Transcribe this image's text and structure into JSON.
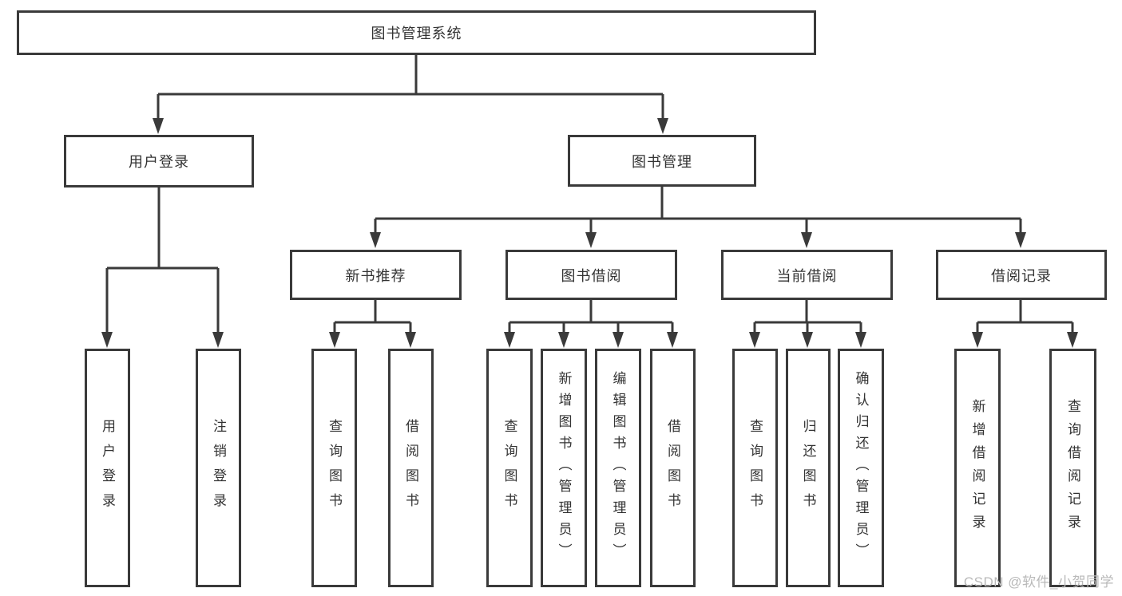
{
  "diagram": {
    "root": {
      "label": "图书管理系统",
      "children": [
        {
          "label": "用户登录",
          "children": [
            {
              "label": "用户登录"
            },
            {
              "label": "注销登录"
            }
          ]
        },
        {
          "label": "图书管理",
          "children": [
            {
              "label": "新书推荐",
              "children": [
                {
                  "label": "查询图书"
                },
                {
                  "label": "借阅图书"
                }
              ]
            },
            {
              "label": "图书借阅",
              "children": [
                {
                  "label": "查询图书"
                },
                {
                  "label": "新增图书（管理员）"
                },
                {
                  "label": "编辑图书（管理员）"
                },
                {
                  "label": "借阅图书"
                }
              ]
            },
            {
              "label": "当前借阅",
              "children": [
                {
                  "label": "查询图书"
                },
                {
                  "label": "归还图书"
                },
                {
                  "label": "确认归还（管理员）"
                }
              ]
            },
            {
              "label": "借阅记录",
              "children": [
                {
                  "label": "新增借阅记录"
                },
                {
                  "label": "查询借阅记录"
                }
              ]
            }
          ]
        }
      ]
    }
  },
  "watermark": {
    "text": "CSDN @软件_小贺同学"
  },
  "colors": {
    "line": "#3a3a3a",
    "text": "#333333",
    "watermark": "#b9b9b9",
    "background": "#ffffff"
  }
}
